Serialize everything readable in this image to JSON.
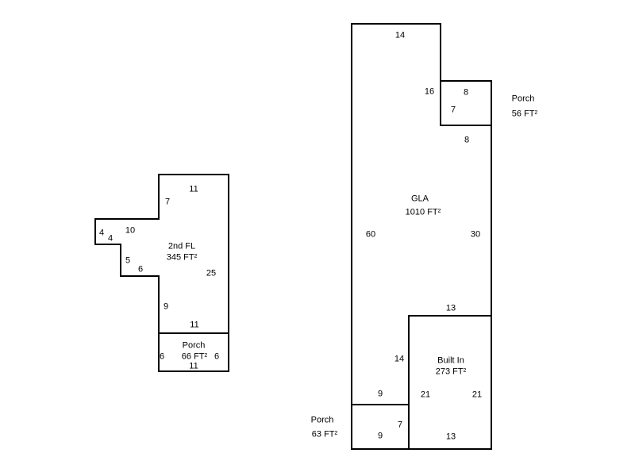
{
  "colors": {
    "line": "#000000",
    "background": "#ffffff",
    "text": "#000000"
  },
  "second_floor": {
    "label": "2nd FL",
    "area": "345 FT²",
    "dim_top": "11",
    "dim_left_upper": "7",
    "dim_notch_top": "10",
    "dim_notch_left": "4",
    "dim_notch_bottom": "4",
    "dim_notch_right": "5",
    "dim_step_bottom": "6",
    "dim_left_lower": "9",
    "dim_bottom": "11",
    "dim_right": "25"
  },
  "second_floor_porch": {
    "label": "Porch",
    "area": "66 FT²",
    "dim_left": "6",
    "dim_right": "6",
    "dim_bottom": "11"
  },
  "gla": {
    "label": "GLA",
    "area": "1010 FT²",
    "dim_top": "14",
    "dim_right_upper": "16",
    "dim_step_right": "8",
    "dim_left": "60",
    "dim_right": "30",
    "dim_built_in_top": "13",
    "dim_right_lower": "14",
    "dim_bottom": "9"
  },
  "upper_porch": {
    "label": "Porch",
    "area": "56 FT²",
    "dim_top": "8",
    "dim_left": "7"
  },
  "built_in": {
    "label": "Built In",
    "area": "273 FT²",
    "dim_left": "21",
    "dim_right": "21",
    "dim_bottom": "13"
  },
  "lower_porch": {
    "label": "Porch",
    "area": "63 FT²",
    "dim_right": "7",
    "dim_bottom": "9"
  }
}
